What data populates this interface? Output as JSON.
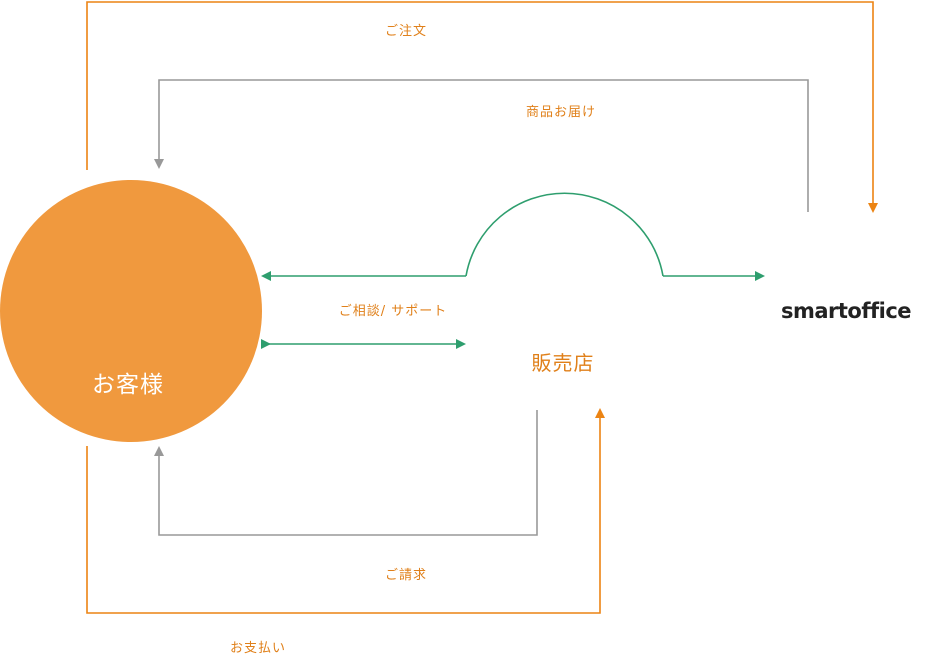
{
  "nodes": {
    "customer": "お客様",
    "store": "販売店",
    "brand": "smartoffice"
  },
  "flows": {
    "order": "ご注文",
    "delivery": "商品お届け",
    "consultation": "ご相談/ サポート",
    "billing": "ご請求",
    "payment": "お支払い"
  },
  "colors": {
    "customer_fill": "#F0993E",
    "customer_text": "#FFFFFF",
    "orange_line": "#EC8413",
    "gray_line": "#999999",
    "green_line": "#2E9E6E",
    "label_text": "#E0801A",
    "brand_text": "#222222"
  }
}
